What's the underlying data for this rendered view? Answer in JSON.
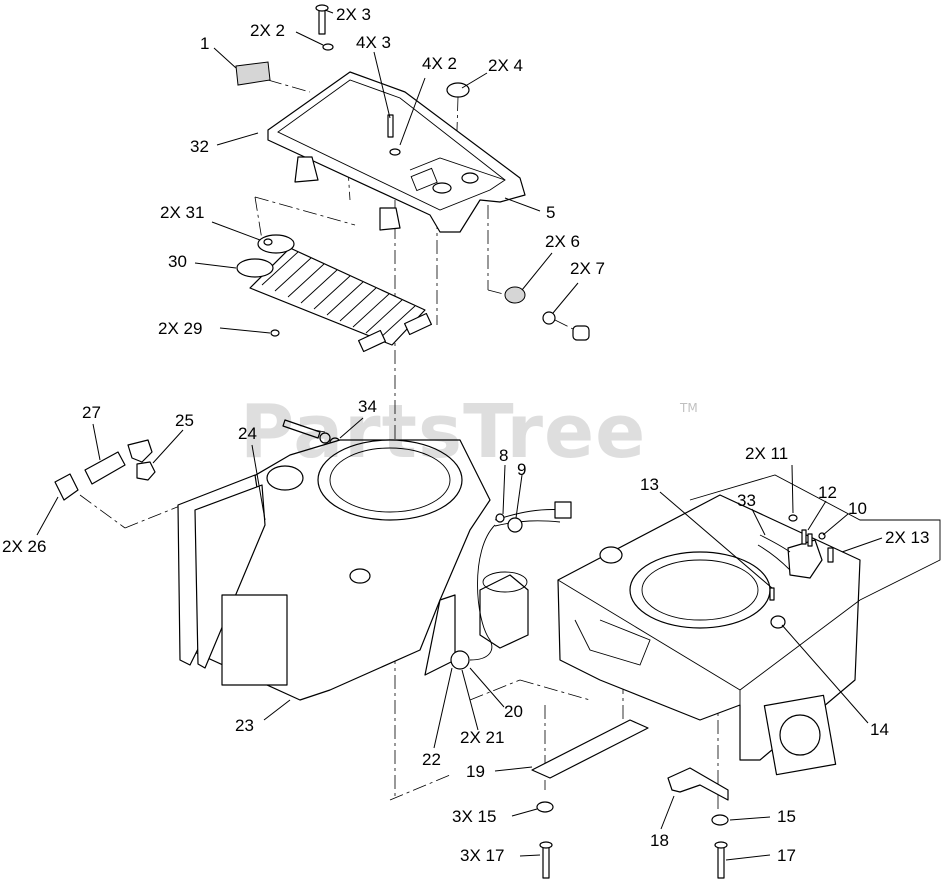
{
  "watermark": {
    "brand": "PartsTree",
    "trademark": "TM"
  },
  "callouts": [
    {
      "id": "c1",
      "text": "1"
    },
    {
      "id": "c2x2",
      "text": "2X 2"
    },
    {
      "id": "c2x3",
      "text": "2X 3"
    },
    {
      "id": "c4x3",
      "text": "4X 3"
    },
    {
      "id": "c4x2",
      "text": "4X 2"
    },
    {
      "id": "c2x4",
      "text": "2X 4"
    },
    {
      "id": "c32",
      "text": "32"
    },
    {
      "id": "c5",
      "text": "5"
    },
    {
      "id": "c2x31",
      "text": "2X 31"
    },
    {
      "id": "c2x6",
      "text": "2X 6"
    },
    {
      "id": "c30",
      "text": "30"
    },
    {
      "id": "c2x7",
      "text": "2X 7"
    },
    {
      "id": "c2x29",
      "text": "2X 29"
    },
    {
      "id": "c27",
      "text": "27"
    },
    {
      "id": "c25",
      "text": "25"
    },
    {
      "id": "c34",
      "text": "34"
    },
    {
      "id": "c24",
      "text": "24"
    },
    {
      "id": "c2x11",
      "text": "2X 11"
    },
    {
      "id": "c8",
      "text": "8"
    },
    {
      "id": "c9",
      "text": "9"
    },
    {
      "id": "c13",
      "text": "13"
    },
    {
      "id": "c12",
      "text": "12"
    },
    {
      "id": "c33",
      "text": "33"
    },
    {
      "id": "c10",
      "text": "10"
    },
    {
      "id": "c2x13",
      "text": "2X 13"
    },
    {
      "id": "c2x26",
      "text": "2X 26"
    },
    {
      "id": "c14",
      "text": "14"
    },
    {
      "id": "c23",
      "text": "23"
    },
    {
      "id": "c20",
      "text": "20"
    },
    {
      "id": "c2x21",
      "text": "2X 21"
    },
    {
      "id": "c22",
      "text": "22"
    },
    {
      "id": "c19",
      "text": "19"
    },
    {
      "id": "c3x15",
      "text": "3X 15"
    },
    {
      "id": "c18",
      "text": "18"
    },
    {
      "id": "c15",
      "text": "15"
    },
    {
      "id": "c3x17",
      "text": "3X 17"
    },
    {
      "id": "c17",
      "text": "17"
    }
  ]
}
